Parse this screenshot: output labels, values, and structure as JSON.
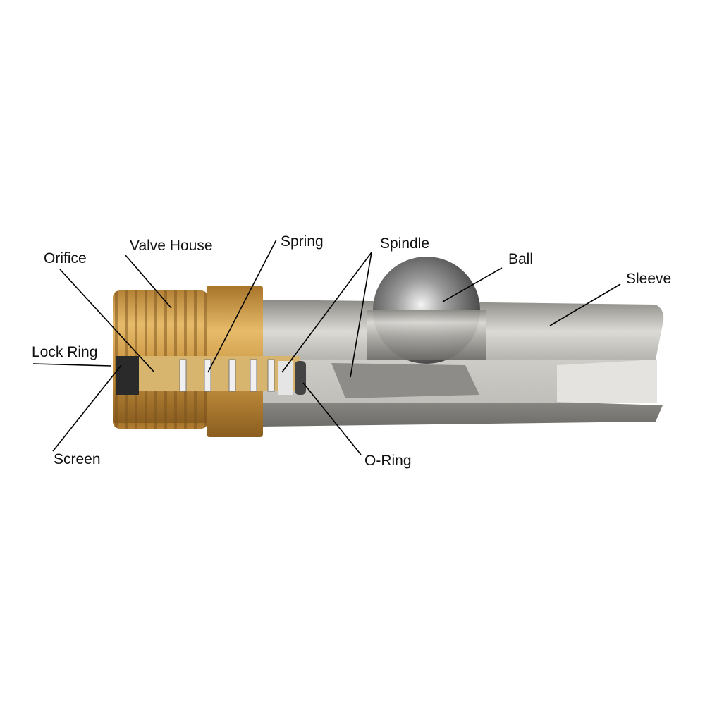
{
  "labels": {
    "orifice": "Orifice",
    "valve_house": "Valve House",
    "spring": "Spring",
    "spindle": "Spindle",
    "ball": "Ball",
    "sleeve": "Sleeve",
    "lock_ring": "Lock Ring",
    "screen": "Screen",
    "o_ring": "O-Ring"
  },
  "colors": {
    "brass": "#c9953f",
    "steel": "#b5b3ae",
    "leader": "#000000"
  }
}
